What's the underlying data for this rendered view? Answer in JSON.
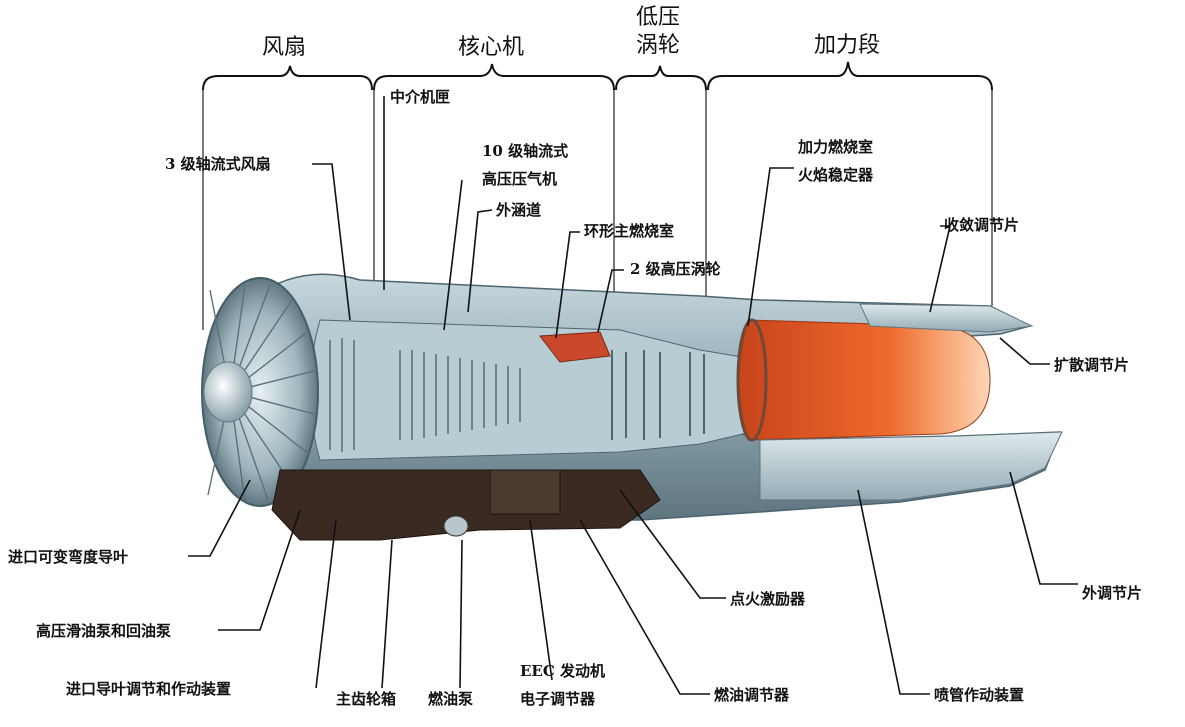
{
  "sections": {
    "fan": "风扇",
    "core": "核心机",
    "lpt_line1": "低压",
    "lpt_line2": "涡轮",
    "afterburner": "加力段"
  },
  "labels": {
    "intermediate_case": "中介机匣",
    "fan_stages": "3 级轴流式风扇",
    "hpc_line1": "10 级轴流式",
    "hpc_line2": "高压压气机",
    "bypass_duct": "外涵道",
    "combustor": "环形主燃烧室",
    "hpt": "2 级高压涡轮",
    "ab_line1": "加力燃烧室",
    "ab_line2": "火焰稳定器",
    "convergent_flaps": "收敛调节片",
    "divergent_flaps": "扩散调节片",
    "outer_flaps": "外调节片",
    "vigv": "进口可变弯度导叶",
    "oil_pump": "高压滑油泵和回油泵",
    "igv_actuator": "进口导叶调节和作动装置",
    "gearbox": "主齿轮箱",
    "fuel_pump": "燃油泵",
    "eec_line1": "EEC 发动机",
    "eec_line2": "电子调节器",
    "fuel_regulator": "燃油调节器",
    "igniter": "点火激励器",
    "nozzle_actuator": "喷管作动装置"
  },
  "colors": {
    "afterburner_flame": "#e2561f",
    "casing": "#9fb8c2",
    "blades": "#6f8791",
    "accessories": "#3a2a22"
  }
}
